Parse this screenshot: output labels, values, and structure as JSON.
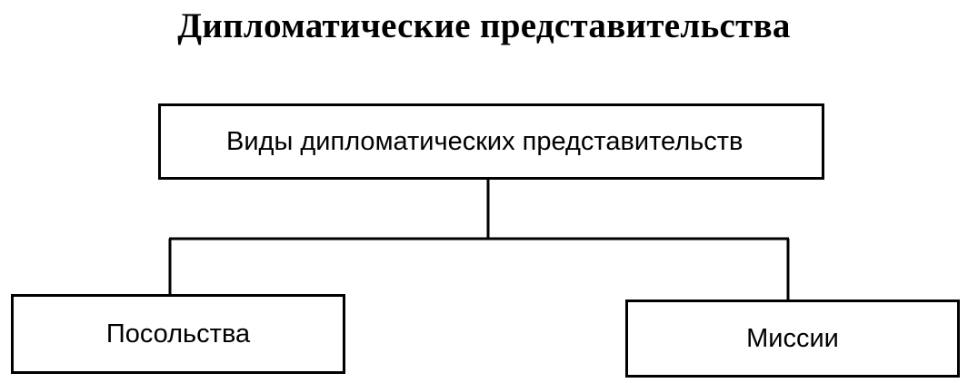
{
  "title": "Дипломатические представительства",
  "diagram": {
    "root": {
      "label": "Виды дипломатических представительств"
    },
    "children": [
      {
        "label": "Посольства"
      },
      {
        "label": "Миссии"
      }
    ]
  }
}
